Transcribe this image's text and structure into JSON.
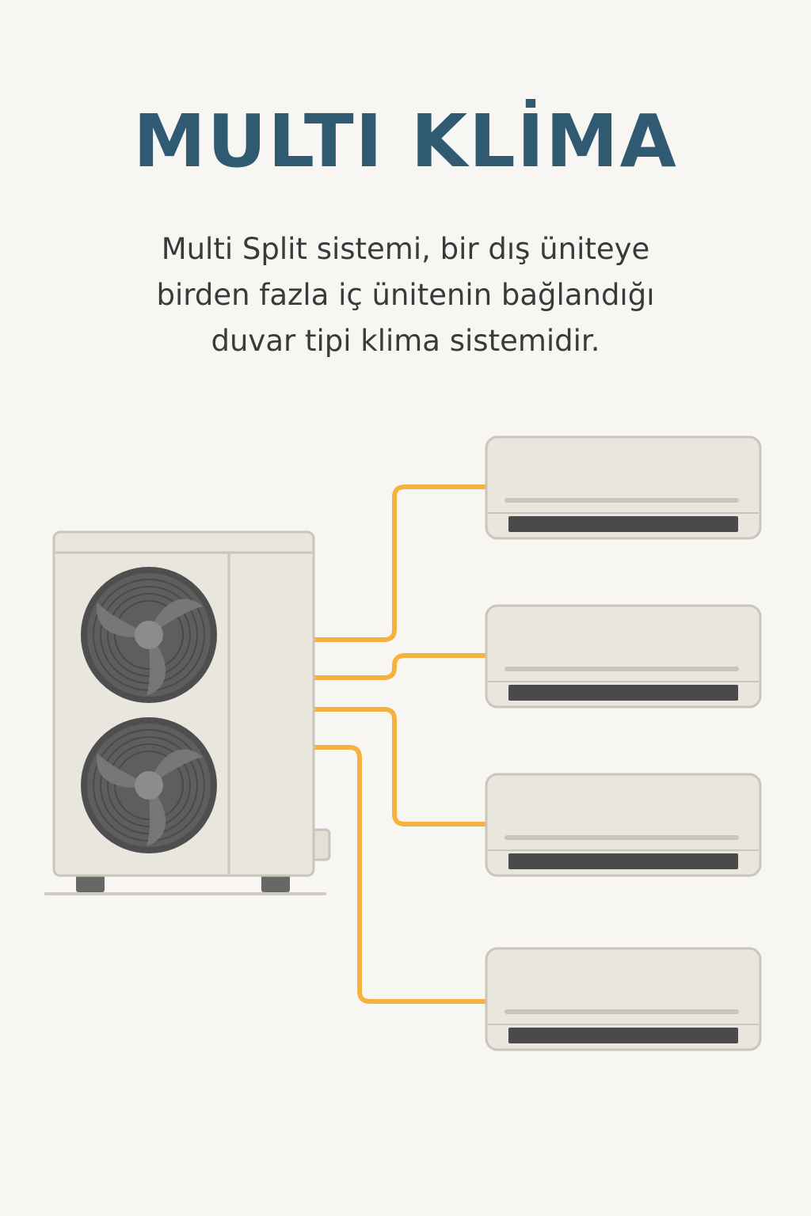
{
  "title": "MULTI KLİMA",
  "description_lines": [
    "Multi Split sistemi, bir dış üniteye",
    "birden fazla iç ünitenin bağlandığı",
    "duvar tipi klima sistemidir."
  ],
  "colors": {
    "title": "#2f5a72",
    "text": "#3a3a3a",
    "background": "#f8f6f2",
    "pipe": "#f6b23e",
    "unit_body": "#e9e6de",
    "unit_outline": "#c9c5bb",
    "fan_dark": "#4e4e4e",
    "grille": "#4a4a4a"
  },
  "outdoor_unit": {
    "fan_count": 2,
    "icon": "outdoor-unit-icon"
  },
  "indoor_units": [
    {
      "icon": "indoor-unit-icon"
    },
    {
      "icon": "indoor-unit-icon"
    },
    {
      "icon": "indoor-unit-icon"
    },
    {
      "icon": "indoor-unit-icon"
    }
  ]
}
